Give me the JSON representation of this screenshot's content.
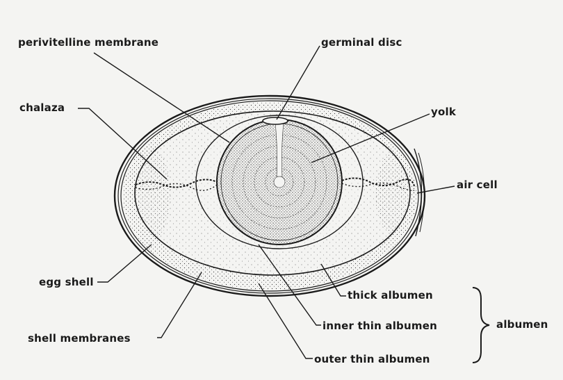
{
  "labels": {
    "perivitelline_membrane": "perivitelline membrane",
    "germinal_disc": "germinal disc",
    "chalaza": "chalaza",
    "yolk": "yolk",
    "air_cell": "air cell",
    "egg_shell": "egg shell",
    "shell_membranes": "shell membranes",
    "thick_albumen": "thick albumen",
    "inner_thin_albumen": "inner thin albumen",
    "outer_thin_albumen": "outer thin albumen",
    "albumen": "albumen"
  },
  "colors": {
    "ink": "#1a1a1a",
    "paper": "#f4f4f2",
    "stipple": "#2a2a2a"
  }
}
